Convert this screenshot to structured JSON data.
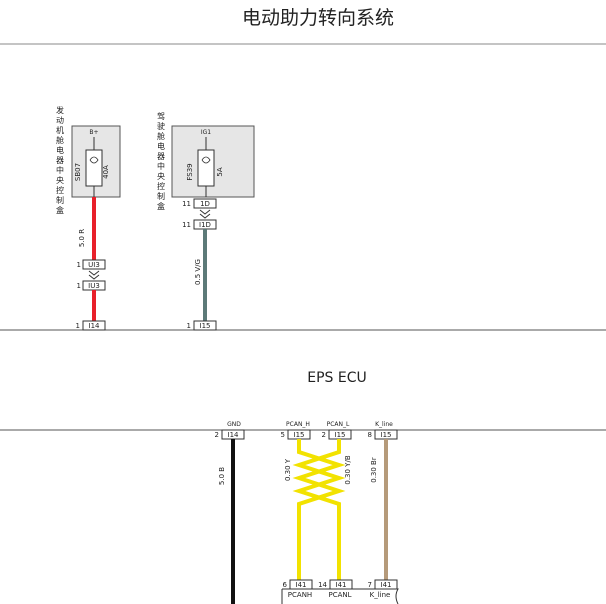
{
  "title": "电动助力转向系统",
  "ecu_label": "EPS ECU",
  "fuse_boxes": [
    {
      "side_label": "发动机舱电器中央控制盒",
      "supply": "B+",
      "fuse_id": "SB07",
      "fuse_rating": "40A",
      "pin_out": "",
      "conn_out": ""
    },
    {
      "side_label": "驾驶舱电器中央控制盒",
      "supply": "IG1",
      "fuse_id": "FS39",
      "fuse_rating": "5A",
      "pin_out": "11",
      "conn_out": "1D"
    }
  ],
  "wires_top": [
    {
      "label": "5.0 R",
      "color": "#e8202a"
    },
    {
      "label": "0.5 V/G",
      "color": "#5c7a78"
    }
  ],
  "connectors_top": [
    {
      "pin": "1",
      "name": "UI3"
    },
    {
      "pin": "1",
      "name": "IU3"
    },
    {
      "pin": "11",
      "name": "I1D"
    }
  ],
  "ecu_inputs": [
    {
      "pin": "1",
      "name": "I14"
    },
    {
      "pin": "1",
      "name": "I15"
    }
  ],
  "ecu_pins_top": [
    {
      "signal": "GND",
      "pin": "2",
      "name": "I14"
    },
    {
      "signal": "PCAN_H",
      "pin": "5",
      "name": "I15"
    },
    {
      "signal": "PCAN_L",
      "pin": "2",
      "name": "I15"
    },
    {
      "signal": "K_line",
      "pin": "8",
      "name": "I15"
    }
  ],
  "wires_bottom": [
    {
      "label": "5.0 B",
      "color": "#111111"
    },
    {
      "label": "0.30 Y",
      "color": "#f2e200"
    },
    {
      "label": "0.30 Y/B",
      "color": "#f2e200"
    },
    {
      "label": "0.30 Br",
      "color": "#b59a7a"
    }
  ],
  "bottom_pins": [
    {
      "pin": "6",
      "name": "I41",
      "signal": "PCANH"
    },
    {
      "pin": "14",
      "name": "I41",
      "signal": "PCANL"
    },
    {
      "pin": "7",
      "name": "I41",
      "signal": "K_line"
    }
  ],
  "colors": {
    "red_wire": "#e8202a",
    "teal_wire": "#5c7a78",
    "black_wire": "#111111",
    "yellow_wire": "#f2e200",
    "brown_wire": "#b59a7a",
    "box_fill": "#e6e6e6"
  }
}
